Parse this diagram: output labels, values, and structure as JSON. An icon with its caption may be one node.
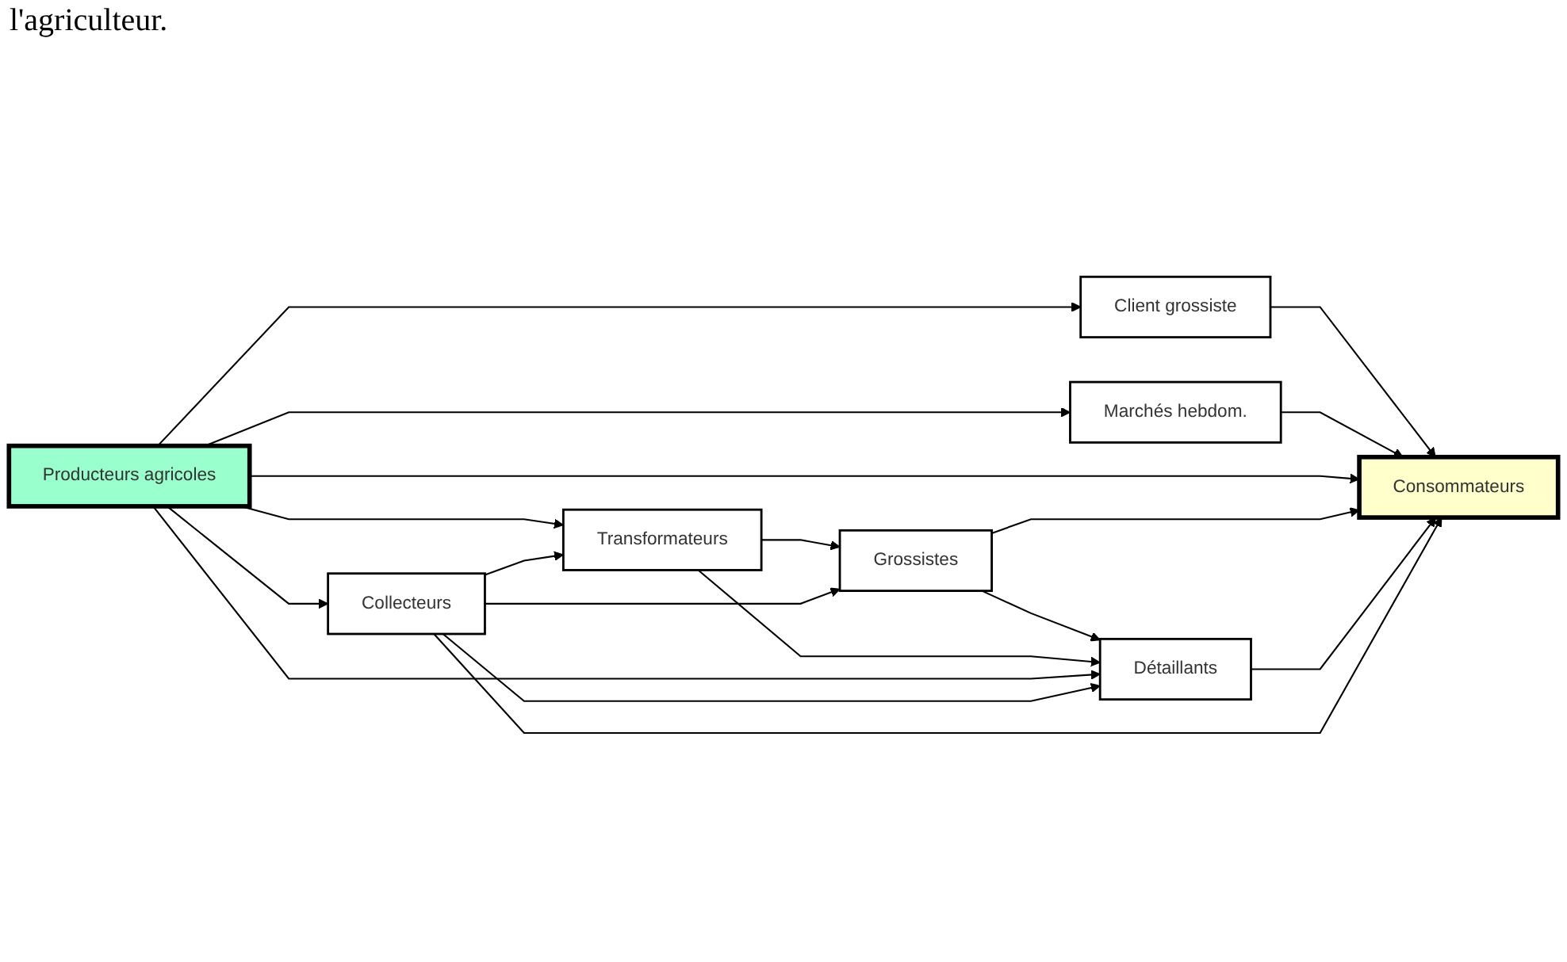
{
  "diagram": {
    "nodes": [
      {
        "text": [
          "Producteurs agricoles"
        ]
      },
      {
        "text": [
          "Client grossiste"
        ]
      },
      {
        "text": [
          "Marchés hebdom."
        ]
      },
      {
        "text": [
          "Transformateurs"
        ]
      },
      {
        "text": [
          "Grossistes"
        ]
      },
      {
        "text": [
          "Détaillants"
        ]
      },
      {
        "text": [
          "Consommateurs"
        ]
      },
      {
        "text": [
          "Collecteurs"
        ]
      }
    ],
    "edges": [
      {
        "from": 0,
        "to": 1,
        "arrow": "to"
      },
      {
        "from": 1,
        "to": 6,
        "arrow": "to"
      },
      {
        "from": 0,
        "to": 2,
        "arrow": "to"
      },
      {
        "from": 2,
        "to": 6,
        "arrow": "to"
      },
      {
        "from": 0,
        "to": 6,
        "arrow": "to"
      },
      {
        "from": 0,
        "to": 3,
        "arrow": "to"
      },
      {
        "from": 3,
        "to": 4,
        "arrow": "to"
      },
      {
        "from": 4,
        "to": 6,
        "arrow": "to"
      },
      {
        "from": 4,
        "to": 5,
        "arrow": "to"
      },
      {
        "from": 3,
        "to": 5,
        "arrow": "to"
      },
      {
        "from": 0,
        "to": 5,
        "arrow": "to"
      },
      {
        "from": 5,
        "to": 6,
        "arrow": "to"
      },
      {
        "from": 0,
        "to": 7,
        "arrow": "to"
      },
      {
        "from": 7,
        "to": 3,
        "arrow": "to"
      },
      {
        "from": 7,
        "to": 4,
        "arrow": "to"
      },
      {
        "from": 7,
        "to": 5,
        "arrow": "to"
      },
      {
        "from": 7,
        "to": 6,
        "arrow": "to"
      }
    ],
    "labels": [
      "l'agriculteur."
    ]
  }
}
